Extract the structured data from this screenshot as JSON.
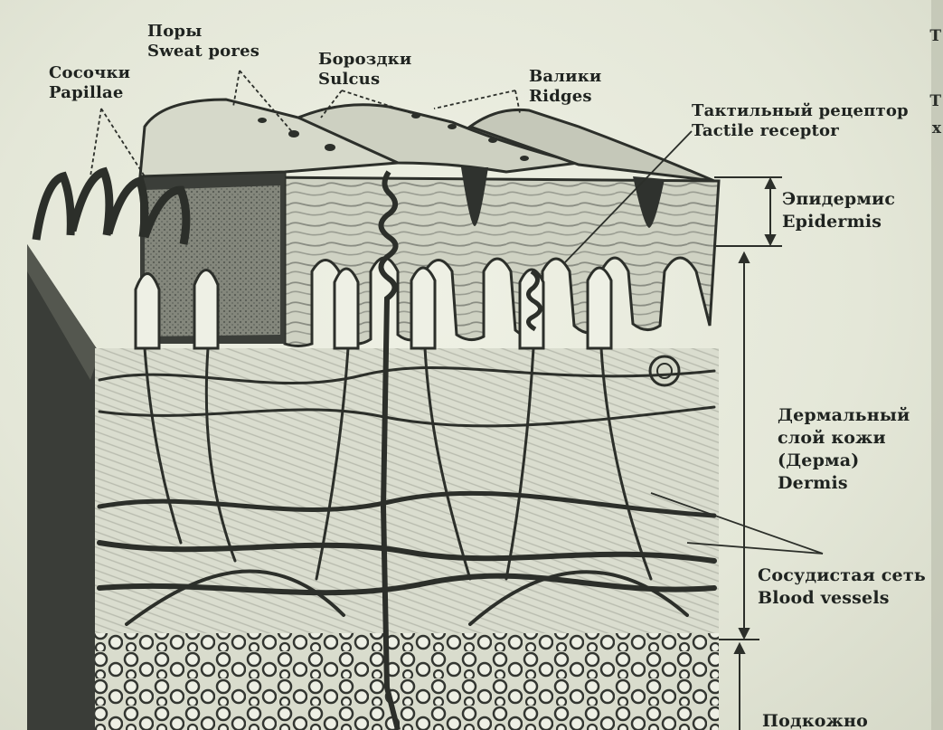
{
  "labels": {
    "pores": {
      "ru": "Поры",
      "en": "Sweat pores"
    },
    "papillae": {
      "ru": "Сосочки",
      "en": "Papillae"
    },
    "sulcus": {
      "ru": "Бороздки",
      "en": "Sulcus"
    },
    "ridges": {
      "ru": "Валики",
      "en": "Ridges"
    },
    "tactile": {
      "ru": "Тактильный рецептор",
      "en": "Tactile receptor"
    },
    "epidermis": {
      "ru": "Эпидермис",
      "en": "Epidermis"
    },
    "dermis": {
      "ru1": "Дермальный",
      "ru2": "слой кожи",
      "ru3": "(Дерма)",
      "en": "Dermis"
    },
    "vessels": {
      "ru": "Сосудистая сеть",
      "en": "Blood vessels"
    },
    "subcutis": {
      "ru": "Подкожно"
    }
  },
  "margin": {
    "top": "Т",
    "second": "Т",
    "third": "х"
  },
  "colors": {
    "paper": "#e7eadc",
    "ink": "#1f2320",
    "dark": "#2f322e",
    "mid": "#8c8f86",
    "light": "#c9ccbd"
  }
}
